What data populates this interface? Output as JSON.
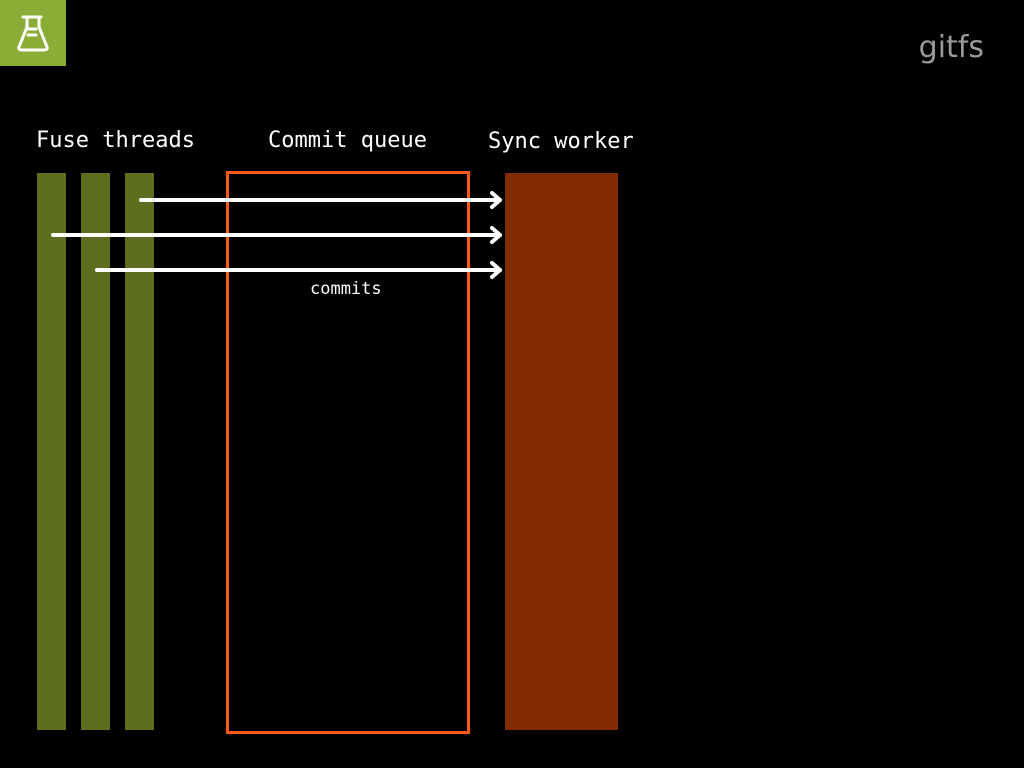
{
  "header": {
    "brand": "gitfs",
    "logo_icon": "flask-icon"
  },
  "columns": {
    "fuse_threads": "Fuse threads",
    "commit_queue": "Commit queue",
    "sync_worker": "Sync worker"
  },
  "arrow_label": "commits",
  "colors": {
    "logo_background": "#8aae35",
    "thread_bars": "#5d6e1f",
    "queue_border": "#ff5a14",
    "sync_worker": "#822a00",
    "brand_text": "#9a9a9a",
    "background": "#000000"
  }
}
